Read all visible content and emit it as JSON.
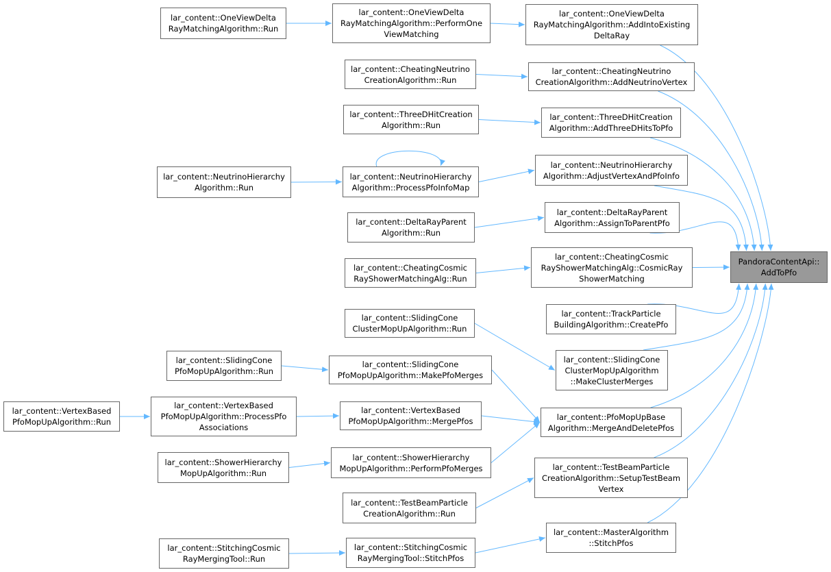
{
  "graph": {
    "target": {
      "id": "t",
      "lines": [
        "PandoraContentApi::",
        "AddToPfo"
      ]
    },
    "nodes": [
      {
        "id": "n1",
        "lines": [
          "lar_content::OneViewDelta",
          "RayMatchingAlgorithm::Run"
        ]
      },
      {
        "id": "n2",
        "lines": [
          "lar_content::OneViewDelta",
          "RayMatchingAlgorithm::PerformOne",
          "ViewMatching"
        ]
      },
      {
        "id": "n3",
        "lines": [
          "lar_content::OneViewDelta",
          "RayMatchingAlgorithm::AddIntoExisting",
          "DeltaRay"
        ]
      },
      {
        "id": "n4",
        "lines": [
          "lar_content::CheatingNeutrino",
          "CreationAlgorithm::Run"
        ]
      },
      {
        "id": "n5",
        "lines": [
          "lar_content::CheatingNeutrino",
          "CreationAlgorithm::AddNeutrinoVertex"
        ]
      },
      {
        "id": "n6",
        "lines": [
          "lar_content::ThreeDHitCreation",
          "Algorithm::Run"
        ]
      },
      {
        "id": "n7",
        "lines": [
          "lar_content::ThreeDHitCreation",
          "Algorithm::AddThreeDHitsToPfo"
        ]
      },
      {
        "id": "n8",
        "lines": [
          "lar_content::NeutrinoHierarchy",
          "Algorithm::Run"
        ]
      },
      {
        "id": "n9",
        "lines": [
          "lar_content::NeutrinoHierarchy",
          "Algorithm::ProcessPfoInfoMap"
        ]
      },
      {
        "id": "n10",
        "lines": [
          "lar_content::NeutrinoHierarchy",
          "Algorithm::AdjustVertexAndPfoInfo"
        ]
      },
      {
        "id": "n11",
        "lines": [
          "lar_content::DeltaRayParent",
          "Algorithm::Run"
        ]
      },
      {
        "id": "n12",
        "lines": [
          "lar_content::DeltaRayParent",
          "Algorithm::AssignToParentPfo"
        ]
      },
      {
        "id": "n13",
        "lines": [
          "lar_content::CheatingCosmic",
          "RayShowerMatchingAlg::Run"
        ]
      },
      {
        "id": "n14",
        "lines": [
          "lar_content::CheatingCosmic",
          "RayShowerMatchingAlg::CosmicRay",
          "ShowerMatching"
        ]
      },
      {
        "id": "n15",
        "lines": [
          "lar_content::TrackParticle",
          "BuildingAlgorithm::CreatePfo"
        ]
      },
      {
        "id": "n16",
        "lines": [
          "lar_content::SlidingCone",
          "ClusterMopUpAlgorithm::Run"
        ]
      },
      {
        "id": "n17",
        "lines": [
          "lar_content::SlidingCone",
          "ClusterMopUpAlgorithm",
          "::MakeClusterMerges"
        ]
      },
      {
        "id": "n18",
        "lines": [
          "lar_content::SlidingCone",
          "PfoMopUpAlgorithm::Run"
        ]
      },
      {
        "id": "n19",
        "lines": [
          "lar_content::SlidingCone",
          "PfoMopUpAlgorithm::MakePfoMerges"
        ]
      },
      {
        "id": "n20",
        "lines": [
          "lar_content::VertexBased",
          "PfoMopUpAlgorithm::Run"
        ]
      },
      {
        "id": "n21",
        "lines": [
          "lar_content::VertexBased",
          "PfoMopUpAlgorithm::ProcessPfo",
          "Associations"
        ]
      },
      {
        "id": "n22",
        "lines": [
          "lar_content::VertexBased",
          "PfoMopUpAlgorithm::MergePfos"
        ]
      },
      {
        "id": "n23",
        "lines": [
          "lar_content::PfoMopUpBase",
          "Algorithm::MergeAndDeletePfos"
        ]
      },
      {
        "id": "n24",
        "lines": [
          "lar_content::ShowerHierarchy",
          "MopUpAlgorithm::Run"
        ]
      },
      {
        "id": "n25",
        "lines": [
          "lar_content::ShowerHierarchy",
          "MopUpAlgorithm::PerformPfoMerges"
        ]
      },
      {
        "id": "n26",
        "lines": [
          "lar_content::TestBeamParticle",
          "CreationAlgorithm::SetupTestBeam",
          "Vertex"
        ]
      },
      {
        "id": "n27",
        "lines": [
          "lar_content::TestBeamParticle",
          "CreationAlgorithm::Run"
        ]
      },
      {
        "id": "n28",
        "lines": [
          "lar_content::MasterAlgorithm",
          "::StitchPfos"
        ]
      },
      {
        "id": "n29",
        "lines": [
          "lar_content::StitchingCosmic",
          "RayMergingTool::Run"
        ]
      },
      {
        "id": "n30",
        "lines": [
          "lar_content::StitchingCosmic",
          "RayMergingTool::StitchPfos"
        ]
      }
    ],
    "edges": [
      [
        "n1",
        "n2"
      ],
      [
        "n2",
        "n3"
      ],
      [
        "n3",
        "t"
      ],
      [
        "n4",
        "n5"
      ],
      [
        "n5",
        "t"
      ],
      [
        "n6",
        "n7"
      ],
      [
        "n7",
        "t"
      ],
      [
        "n8",
        "n9"
      ],
      [
        "n9",
        "n9"
      ],
      [
        "n9",
        "n10"
      ],
      [
        "n10",
        "t"
      ],
      [
        "n11",
        "n12"
      ],
      [
        "n12",
        "t"
      ],
      [
        "n13",
        "n14"
      ],
      [
        "n14",
        "t"
      ],
      [
        "n15",
        "t"
      ],
      [
        "n16",
        "n17"
      ],
      [
        "n17",
        "t"
      ],
      [
        "n18",
        "n19"
      ],
      [
        "n19",
        "n23"
      ],
      [
        "n20",
        "n21"
      ],
      [
        "n21",
        "n22"
      ],
      [
        "n22",
        "n23"
      ],
      [
        "n24",
        "n25"
      ],
      [
        "n25",
        "n23"
      ],
      [
        "n23",
        "t"
      ],
      [
        "n27",
        "n26"
      ],
      [
        "n26",
        "t"
      ],
      [
        "n29",
        "n30"
      ],
      [
        "n30",
        "n28"
      ],
      [
        "n28",
        "t"
      ]
    ],
    "colors": {
      "edge": "#63b8ff",
      "node_border": "#666666",
      "target_fill": "#999999"
    }
  }
}
